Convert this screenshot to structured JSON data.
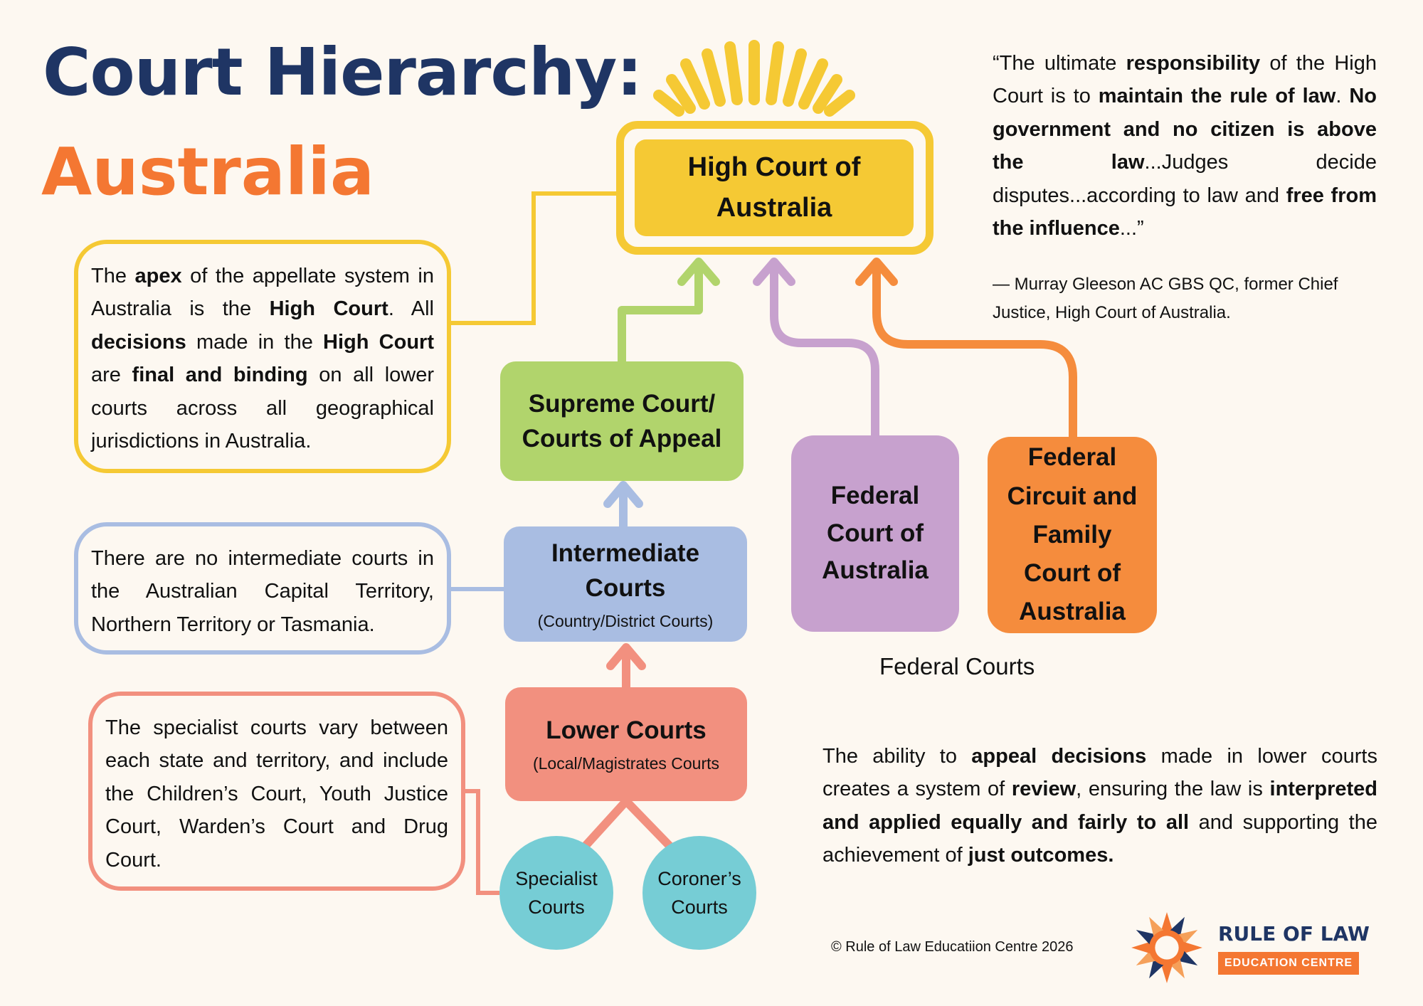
{
  "title": {
    "line1": "Court Hierarchy:",
    "line2": "Australia"
  },
  "courts": {
    "high_line1": "High Court of",
    "high_line2": "Australia",
    "supreme_line1": "Supreme Court/",
    "supreme_line2": "Courts of Appeal",
    "intermediate_line1": "Intermediate",
    "intermediate_line2": "Courts",
    "intermediate_sub": "(Country/District Courts)",
    "lower_title": "Lower Courts",
    "lower_sub": "(Local/Magistrates Courts",
    "federal_line1": "Federal",
    "federal_line2": "Court of",
    "federal_line3": "Australia",
    "fedcircuit_line1": "Federal",
    "fedcircuit_line2": "Circuit and",
    "fedcircuit_line3": "Family",
    "fedcircuit_line4": "Court of",
    "fedcircuit_line5": "Australia",
    "specialist_line1": "Specialist",
    "specialist_line2": "Courts",
    "coroners_line1": "Coroner’s",
    "coroners_line2": "Courts"
  },
  "notes": {
    "apex": {
      "t1": "The ",
      "b1": "apex",
      "t2": " of the appellate system in Australia is the ",
      "b2": "High Court",
      "t3": ". All ",
      "b3": "decisions",
      "t4": " made in the ",
      "b4": "High Court",
      "t5": " are ",
      "b5": "final and binding",
      "t6": " on all lower courts across all geographical jurisdictions in Australia."
    },
    "intermediate": "There are no intermediate courts in the Australian Capital Territory, Northern Territory or Tasmania.",
    "specialist": "The specialist courts vary between each state and territory, and include the Children’s Court, Youth Justice Court, Warden’s Court and Drug Court."
  },
  "quote": {
    "t1": "“The ultimate ",
    "b1": "responsibility",
    "t2": " of the High Court is to ",
    "b2": "maintain the rule of law",
    "t3": ". ",
    "b3": "No government and no citizen is above the law",
    "t4": "...Judges decide disputes...according to law and ",
    "b4": "free from the influence",
    "t5": "...”",
    "attribution": "— Murray Gleeson AC GBS QC, former Chief Justice, High Court of Australia."
  },
  "federal_label": "Federal Courts",
  "appeal": {
    "t1": "The ability to ",
    "b1": "appeal decisions",
    "t2": " made in lower courts creates a system of ",
    "b2": "review",
    "t3": ", ensuring the law is ",
    "b3": "interpreted and applied equally and fairly to all",
    "t4": " and supporting the achievement of ",
    "b4": "just outcomes."
  },
  "copyright": "© Rule of Law Educatiion Centre 2026",
  "logo": {
    "title": "RULE OF LAW",
    "subtitle": "EDUCATION CENTRE"
  },
  "colors": {
    "navy": "#1f3564",
    "orange": "#f47732",
    "yellow": "#f5c934",
    "green": "#b1d46c",
    "blue": "#a9bde2",
    "salmon": "#f2907f",
    "purple": "#c7a1ce",
    "fed_orange": "#f58c3d",
    "teal": "#76cdd5",
    "background": "#fdf8f1"
  }
}
